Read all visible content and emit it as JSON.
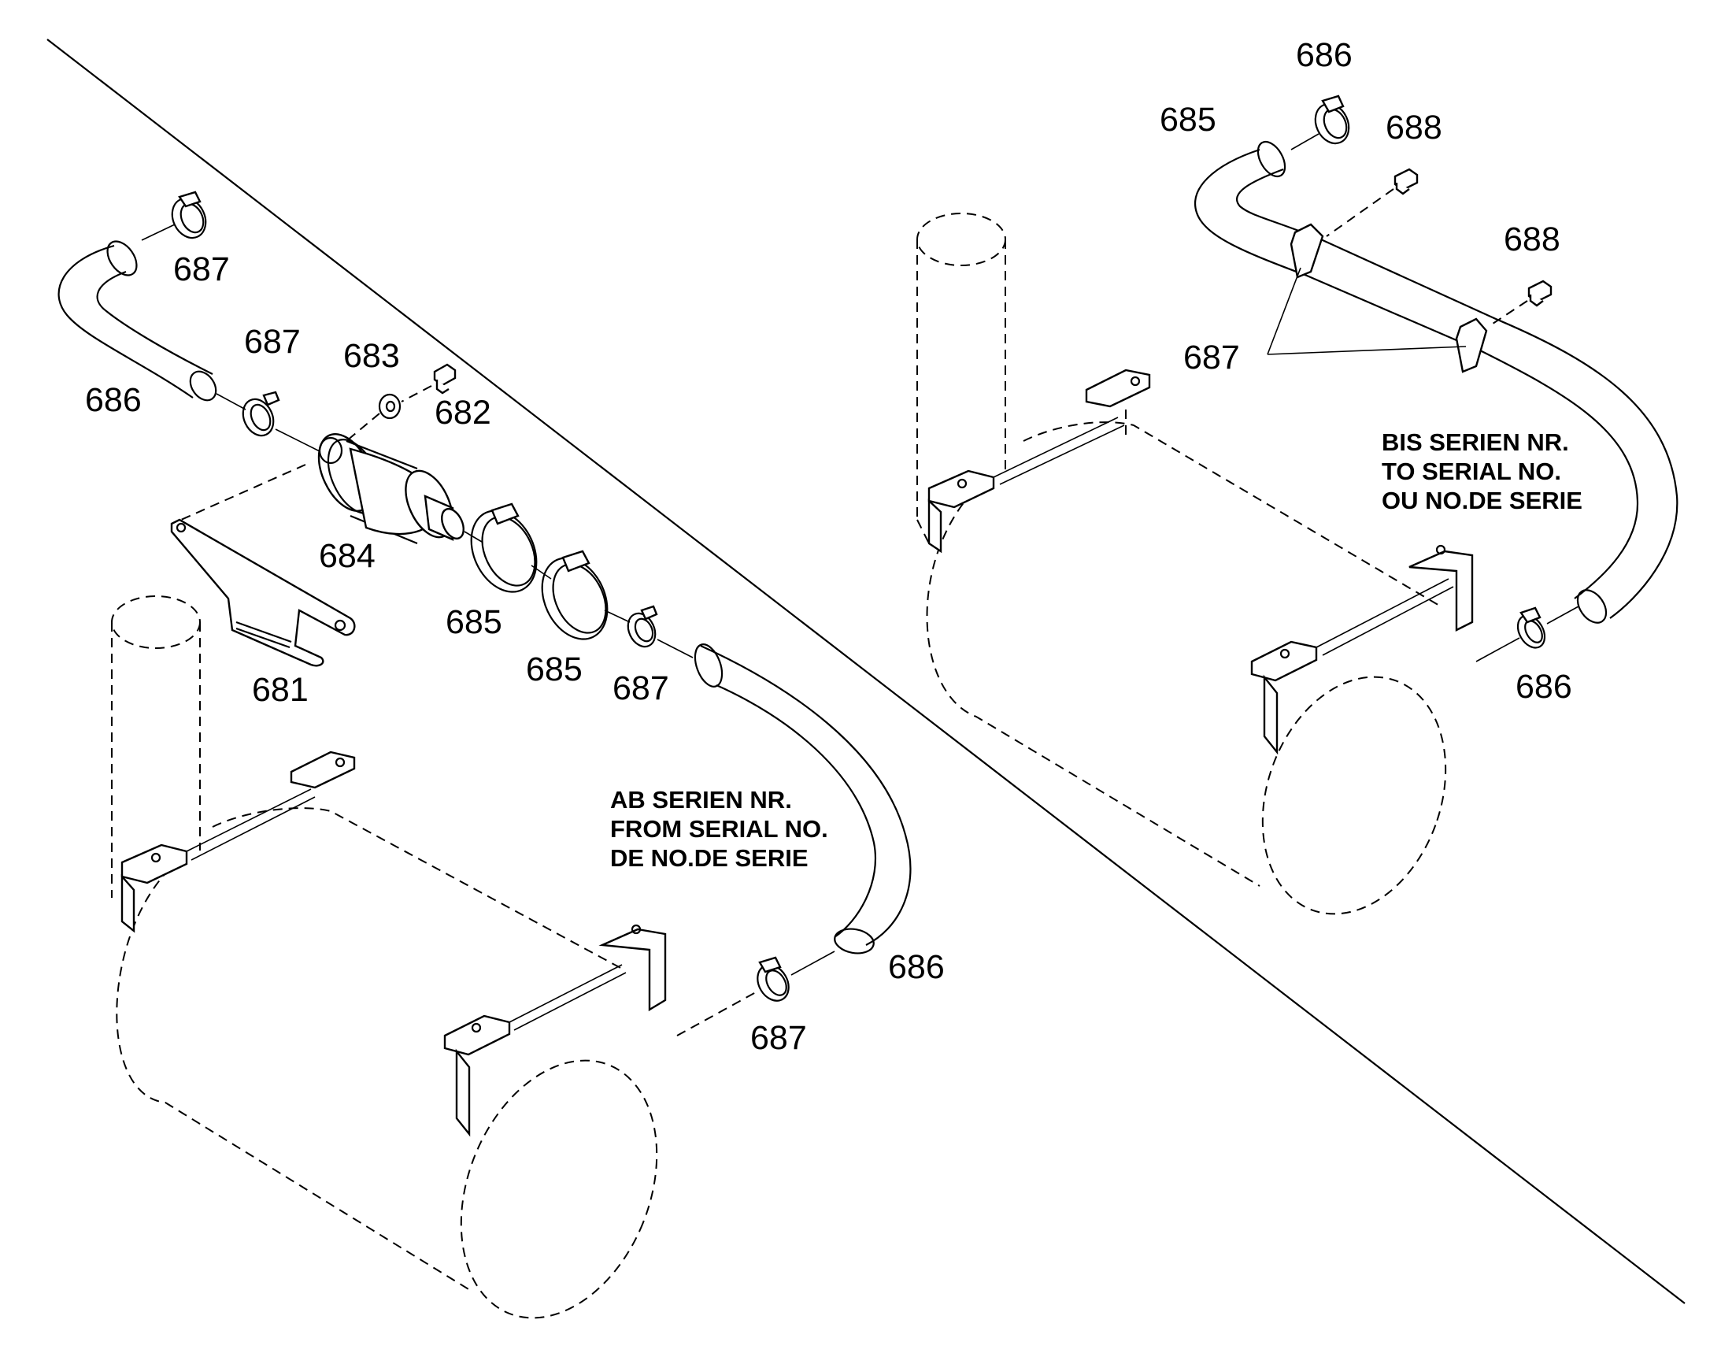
{
  "callouts": [
    {
      "id": "c686-top-right",
      "text": "686"
    },
    {
      "id": "c685-top-right",
      "text": "685"
    },
    {
      "id": "c688-a",
      "text": "688"
    },
    {
      "id": "c688-b",
      "text": "688"
    },
    {
      "id": "c687-right",
      "text": "687"
    },
    {
      "id": "c686-right-lower",
      "text": "686"
    },
    {
      "id": "c687-top-left",
      "text": "687"
    },
    {
      "id": "c686-left",
      "text": "686"
    },
    {
      "id": "c687-mid-left",
      "text": "687"
    },
    {
      "id": "c683",
      "text": "683"
    },
    {
      "id": "c682",
      "text": "682"
    },
    {
      "id": "c684",
      "text": "684"
    },
    {
      "id": "c685-a",
      "text": "685"
    },
    {
      "id": "c685-b",
      "text": "685"
    },
    {
      "id": "c687-centre",
      "text": "687"
    },
    {
      "id": "c681",
      "text": "681"
    },
    {
      "id": "c686-lower",
      "text": "686"
    },
    {
      "id": "c687-lower",
      "text": "687"
    }
  ],
  "notes": {
    "left": [
      "AB SERIEN NR.",
      "FROM SERIAL NO.",
      "DE NO.DE SERIE"
    ],
    "right": [
      "BIS SERIEN NR.",
      "TO SERIAL NO.",
      "OU NO.DE SERIE"
    ]
  }
}
